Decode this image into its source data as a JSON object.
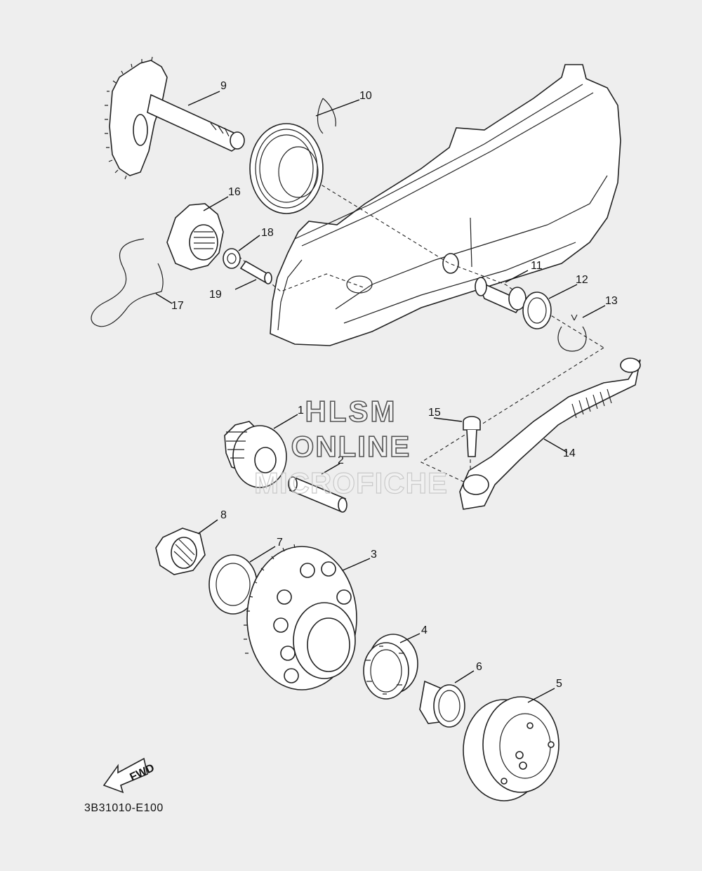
{
  "diagram": {
    "watermark": {
      "line1": "HLSM",
      "line2": "ONLINE",
      "line3": "MICROFICHE"
    },
    "reference_code": "3B31010-E100",
    "fwd_label": "FWD",
    "parts": [
      {
        "label": "1",
        "name": "part-1-primary-kick-gear"
      },
      {
        "label": "2",
        "name": "part-2-shaft"
      },
      {
        "label": "3",
        "name": "part-3-starter-driven-gear"
      },
      {
        "label": "4",
        "name": "part-4-needle-bearing"
      },
      {
        "label": "5",
        "name": "part-5-clutch-housing"
      },
      {
        "label": "6",
        "name": "part-6-collar"
      },
      {
        "label": "7",
        "name": "part-7-washer"
      },
      {
        "label": "8",
        "name": "part-8-nut"
      },
      {
        "label": "9",
        "name": "part-9-kick-axle"
      },
      {
        "label": "10",
        "name": "part-10-torsion-spring"
      },
      {
        "label": "11",
        "name": "part-11-bushing"
      },
      {
        "label": "12",
        "name": "part-12-plain-washer"
      },
      {
        "label": "13",
        "name": "part-13-circlip"
      },
      {
        "label": "14",
        "name": "part-14-kick-crank"
      },
      {
        "label": "15",
        "name": "part-15-bolt"
      },
      {
        "label": "16",
        "name": "part-16-kick-gear"
      },
      {
        "label": "17",
        "name": "part-17-clip"
      },
      {
        "label": "18",
        "name": "part-18-washer"
      },
      {
        "label": "19",
        "name": "part-19-collar"
      }
    ],
    "colors": {
      "background": "#eeeeee",
      "line": "#111111"
    }
  }
}
